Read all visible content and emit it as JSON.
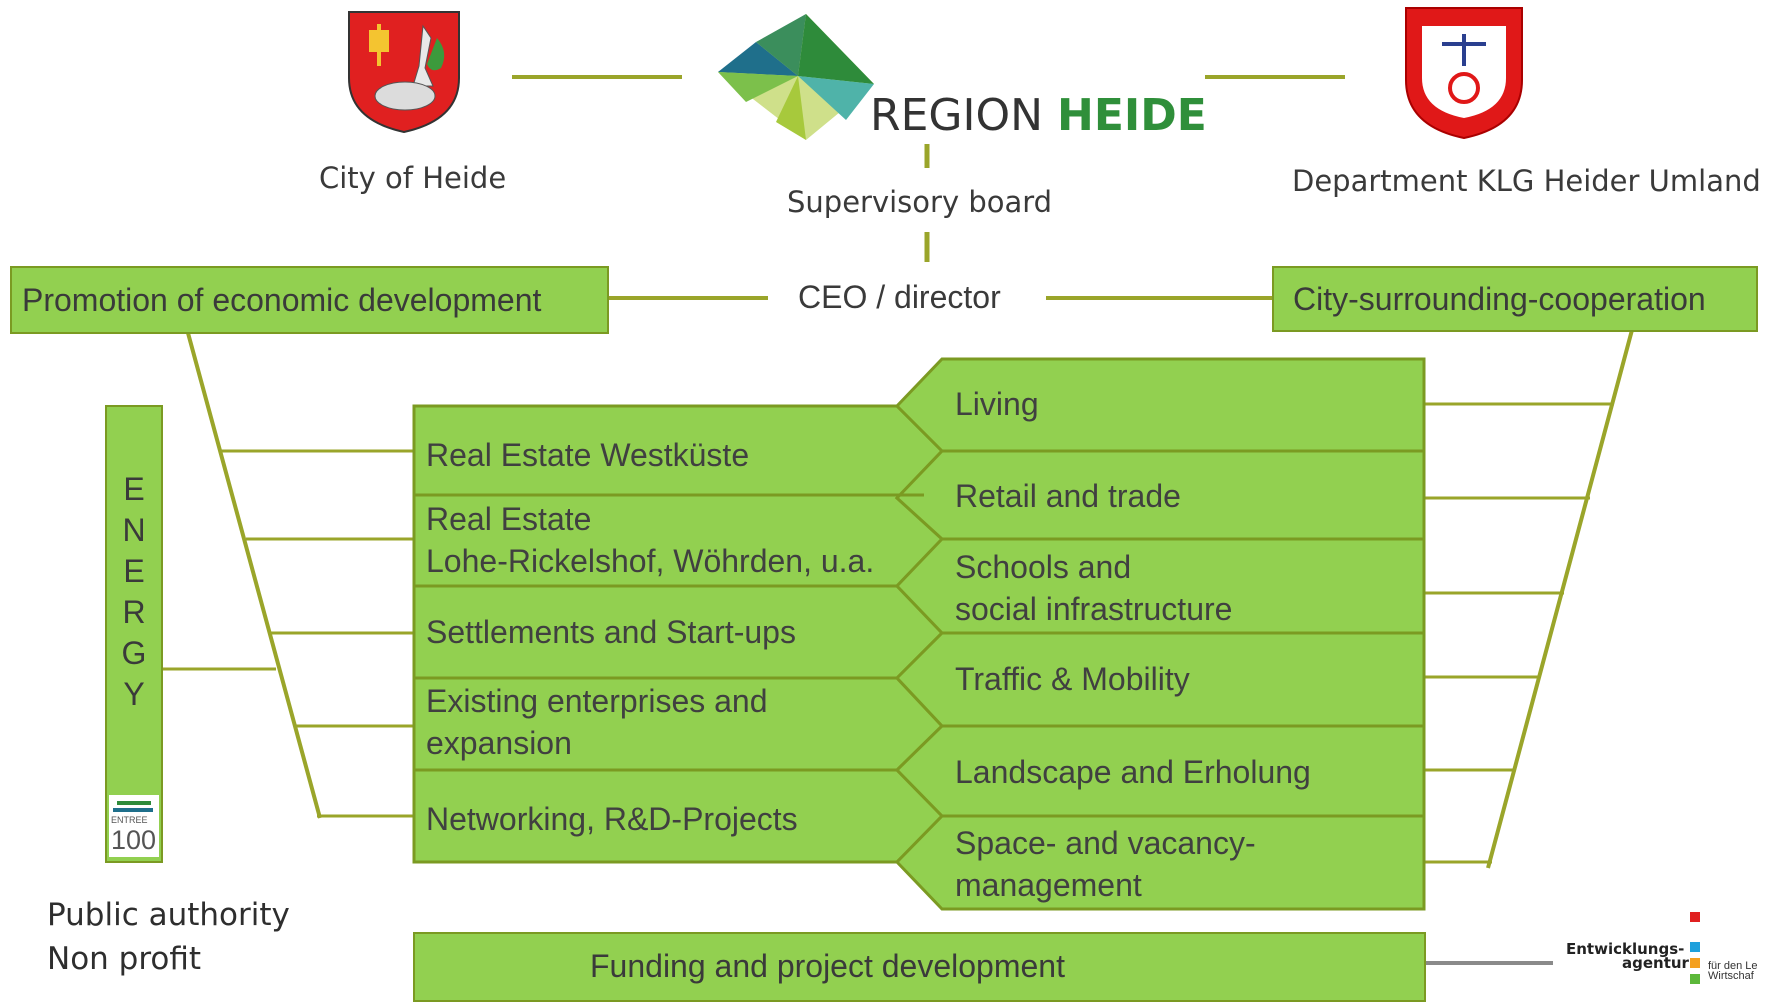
{
  "top": {
    "city_label": "City of Heide",
    "department_label": "Department KLG Heider Umland",
    "logo_text_region": "REGION",
    "logo_text_heide": "HEIDE",
    "supervisory_board": "Supervisory board",
    "ceo": "CEO / director"
  },
  "left_header": "Promotion of economic development",
  "right_header": "City-surrounding-cooperation",
  "energy": {
    "letters": [
      "E",
      "N",
      "E",
      "R",
      "G",
      "Y"
    ],
    "badge_top": "ENTREE",
    "badge_num": "100"
  },
  "left_items": [
    "Real Estate Westküste",
    "Real Estate",
    "Lohe-Rickelshof, Wöhrden, u.a.",
    "Settlements and Start-ups",
    "Existing enterprises and",
    "expansion",
    "Networking, R&D-Projects"
  ],
  "right_items": [
    "Living",
    "Retail and trade",
    "Schools and",
    "social infrastructure",
    "Traffic & Mobility",
    "Landscape and Erholung",
    "Space- and vacancy-",
    "management"
  ],
  "funding": "Funding and project development",
  "legend": {
    "line1": "Public authority",
    "line2": "Non profit"
  },
  "agency": {
    "name_line1": "Entwicklungs-",
    "name_line2": "agentur",
    "sub_line1": "für den Le",
    "sub_line2": "Wirtschaf"
  },
  "colors": {
    "box_green": "#92d050",
    "line_olive": "#9aa52a",
    "border_olive": "#7b9a22",
    "text_dark": "#3a3a3a"
  }
}
